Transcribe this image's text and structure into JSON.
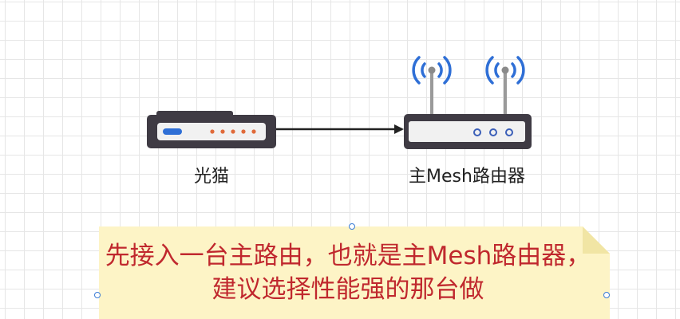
{
  "nodes": {
    "modem": {
      "label": "光猫",
      "icon": "modem-icon"
    },
    "router": {
      "label": "主Mesh路由器",
      "icon": "router-icon",
      "antenna_icon": "wifi-signal-icon"
    }
  },
  "edge": {
    "from": "modem",
    "to": "router",
    "icon": "arrow-right-icon"
  },
  "note": {
    "text": "先接入一台主路由，也就是主Mesh路由器，建议选择性能强的那台做"
  },
  "colors": {
    "device_body": "#3f3b44",
    "device_face": "#f1f1f1",
    "modem_indicator": "#2f6fd6",
    "modem_leds": "#e06a3a",
    "router_ports": "#3b5fb8",
    "wifi_waves": "#2f6fd6",
    "antenna": "#9a9a9a",
    "note_fill": "#fdf4c6",
    "note_fold": "#f1e5a4",
    "note_text": "#c0282e",
    "selection_handle": "#3a7bd5",
    "grid": "#e6e6e6"
  }
}
